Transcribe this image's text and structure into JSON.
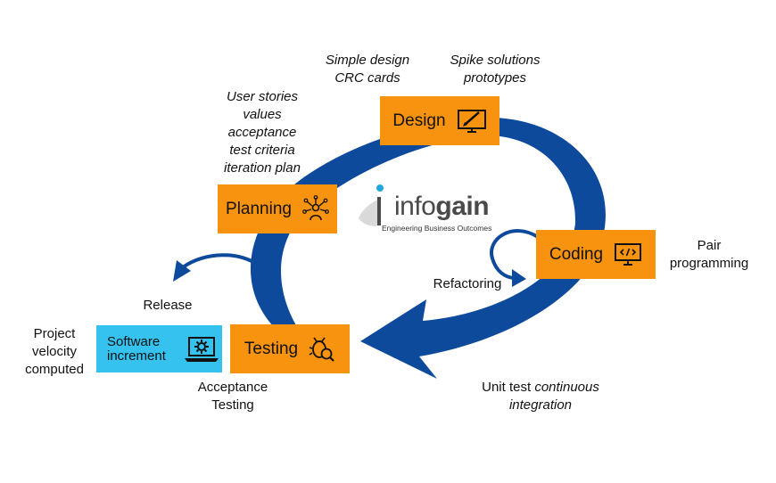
{
  "phases": {
    "design": {
      "label": "Design",
      "icon": "design-tablet-icon"
    },
    "planning": {
      "label": "Planning",
      "icon": "network-people-icon"
    },
    "coding": {
      "label": "Coding",
      "icon": "code-monitor-icon"
    },
    "testing": {
      "label": "Testing",
      "icon": "bug-search-icon"
    }
  },
  "increment": {
    "label": "Software increment",
    "icon": "laptop-gear-icon"
  },
  "notes": {
    "design_left": [
      "Simple design",
      "CRC cards"
    ],
    "design_right": [
      "Spike solutions",
      "prototypes"
    ],
    "planning": [
      "User stories",
      "values",
      "acceptance",
      "test criteria",
      "iteration plan"
    ],
    "coding": [
      "Pair",
      "programming"
    ],
    "refactoring": "Refactoring",
    "release": "Release",
    "velocity": [
      "Project",
      "velocity",
      "computed"
    ],
    "acceptance": [
      "Acceptance",
      "Testing"
    ],
    "unit_test_plain": "Unit test ",
    "unit_test_italic_1": "continuous",
    "unit_test_italic_2": "integration"
  },
  "logo": {
    "wordmark_light": "info",
    "wordmark_bold": "gain",
    "tagline": "Engineering Business Outcomes"
  },
  "colors": {
    "phase_orange": "#f7930f",
    "increment_blue": "#35c2ee",
    "arrow_blue": "#0d4a9c",
    "logo_blue": "#1fa8e0"
  }
}
